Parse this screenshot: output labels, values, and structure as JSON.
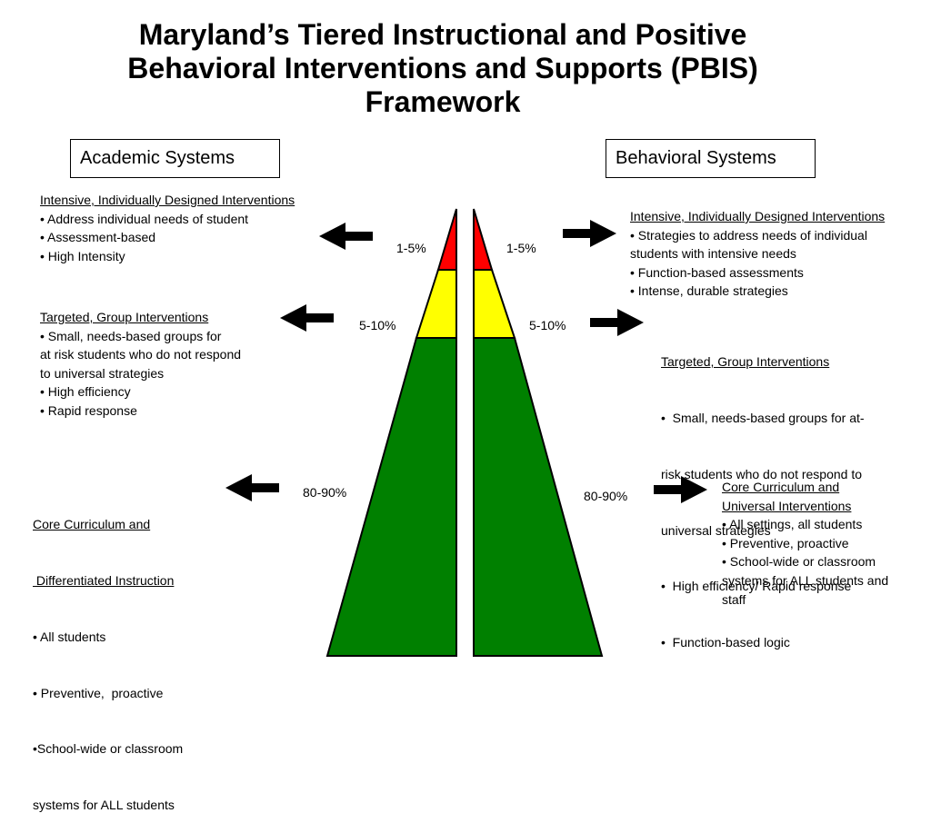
{
  "title": {
    "line1": "Maryland’s Tiered Instructional and Positive",
    "line2": "Behavioral Interventions and Supports (PBIS)",
    "line3": "Framework"
  },
  "academic": {
    "header": "Academic Systems",
    "tiers": [
      {
        "heading": "Intensive, Individually Designed Interventions",
        "lines": [
          "• Address individual needs of student",
          "• Assessment-based",
          "• High Intensity"
        ],
        "percent": "1-5%"
      },
      {
        "heading": "Targeted, Group Interventions",
        "lines": [
          "• Small, needs-based groups for",
          "at risk students who do not respond",
          "to universal strategies",
          "• High efficiency",
          "• Rapid response"
        ],
        "percent": "5-10%"
      },
      {
        "heading_lines": [
          "Core Curriculum and",
          " Differentiated Instruction"
        ],
        "lines": [
          "• All students",
          "• Preventive,  proactive",
          "•School-wide or classroom",
          "systems for ALL students"
        ],
        "percent": "80-90%"
      }
    ]
  },
  "behavioral": {
    "header": "Behavioral Systems",
    "tiers": [
      {
        "heading": "Intensive, Individually Designed Interventions",
        "lines": [
          "• Strategies to address needs of individual",
          "students with intensive needs",
          "• Function-based assessments",
          "• Intense, durable strategies"
        ],
        "percent": "1-5%"
      },
      {
        "heading": "Targeted, Group Interventions",
        "lines": [
          "•  Small, needs-based groups for at-",
          "risk students who do not respond to",
          "universal strategies",
          "•  High efficiency/ Rapid response",
          "•  Function-based logic"
        ],
        "percent": "5-10%"
      },
      {
        "heading_lines": [
          "Core Curriculum and",
          "Universal Interventions"
        ],
        "lines": [
          "• All settings, all students",
          "• Preventive,  proactive",
          "• School-wide or classroom",
          "systems for ALL students and",
          "staff"
        ],
        "percent": "80-90%"
      }
    ]
  },
  "colors": {
    "intensive": "#ff0000",
    "targeted": "#ffff00",
    "core": "#008000",
    "outline": "#000000"
  }
}
